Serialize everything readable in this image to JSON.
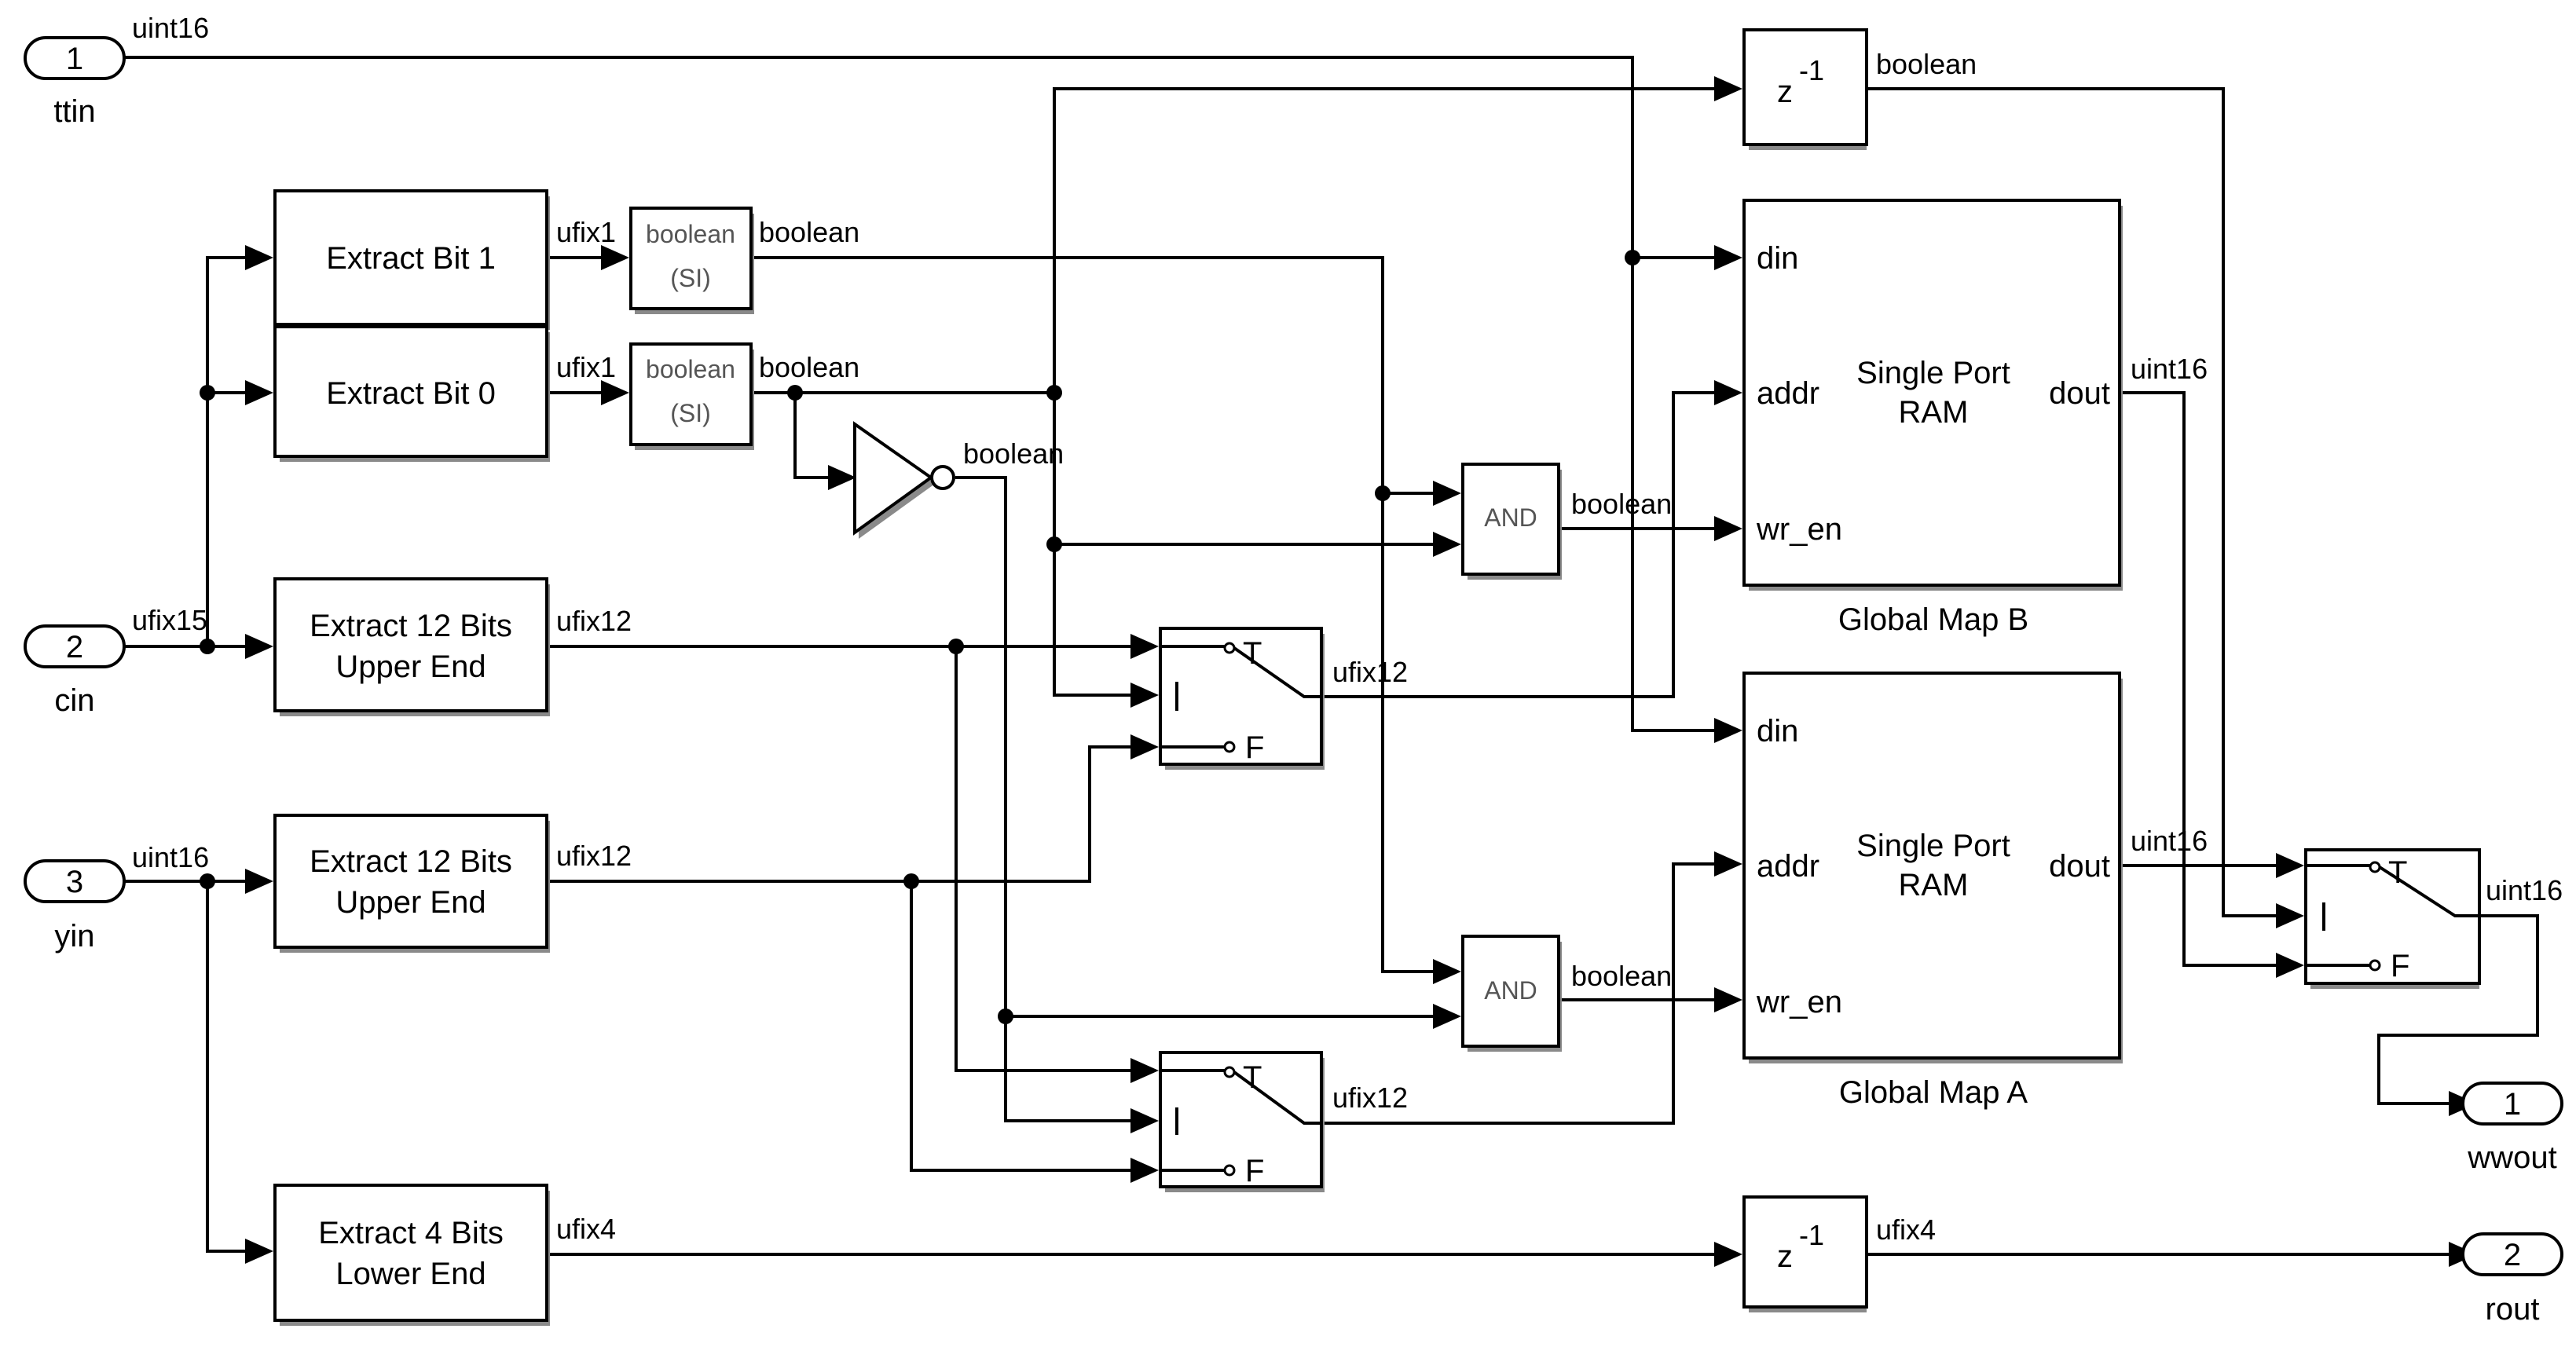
{
  "inports": [
    {
      "num": "1",
      "name": "ttin",
      "type": "uint16"
    },
    {
      "num": "2",
      "name": "cin",
      "type": "ufix15"
    },
    {
      "num": "3",
      "name": "yin",
      "type": "uint16"
    }
  ],
  "outports": [
    {
      "num": "1",
      "name": "wwout"
    },
    {
      "num": "2",
      "name": "rout"
    }
  ],
  "extract": [
    {
      "line1": "Extract Bit 1",
      "line2": ""
    },
    {
      "line1": "Extract Bit 0",
      "line2": ""
    },
    {
      "line1": "Extract 12 Bits",
      "line2": "Upper End"
    },
    {
      "line1": "Extract 12 Bits",
      "line2": "Upper End"
    },
    {
      "line1": "Extract 4 Bits",
      "line2": "Lower End"
    }
  ],
  "convert": {
    "top": "boolean",
    "bottom": "(SI)"
  },
  "and_label": "AND",
  "delay_label": "z",
  "delay_exp": "-1",
  "switch_ports": {
    "t": "T",
    "f": "F"
  },
  "ram": {
    "title1": "Single Port",
    "title2": "RAM",
    "din": "din",
    "addr": "addr",
    "wr_en": "wr_en",
    "dout": "dout",
    "name_b": "Global Map B",
    "name_a": "Global Map A"
  },
  "signals": {
    "uint16": "uint16",
    "ufix15": "ufix15",
    "ufix1": "ufix1",
    "ufix12": "ufix12",
    "ufix4": "ufix4",
    "boolean": "boolean"
  }
}
